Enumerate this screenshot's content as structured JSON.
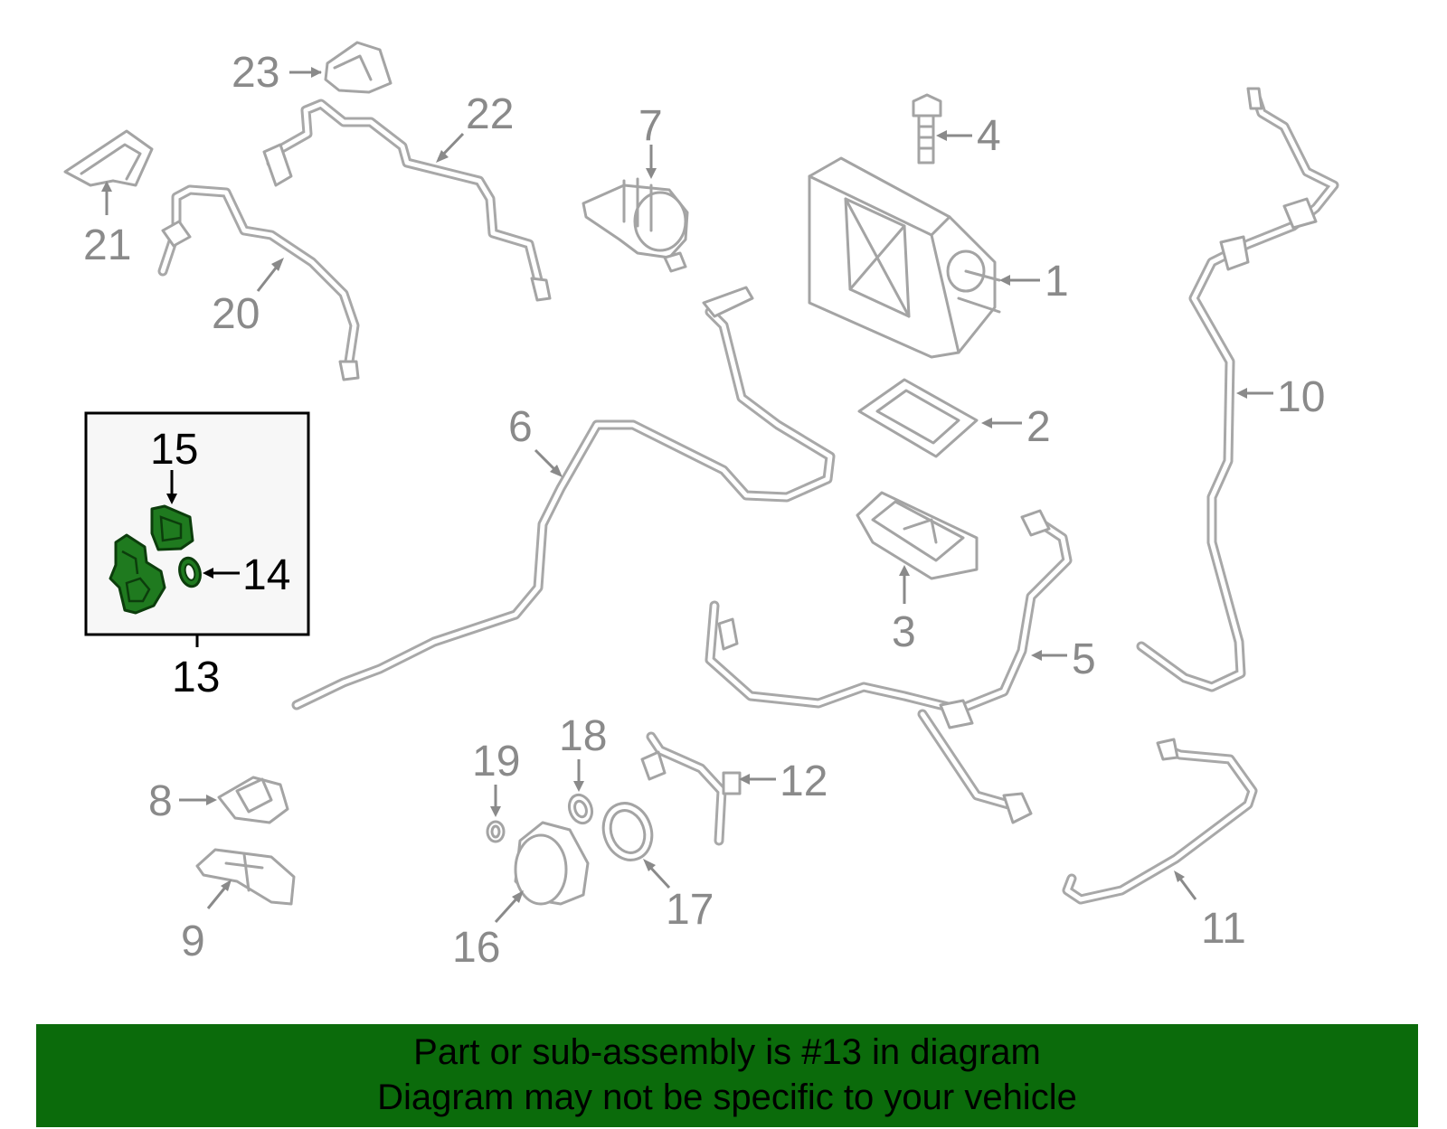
{
  "footer": {
    "line1": "Part or sub-assembly is #13 in diagram",
    "line2": "Diagram may not be specific to your vehicle"
  },
  "colors": {
    "highlight_part": "#1f7a1f",
    "footer_background": "#0b6b0b",
    "callout_text": "#8a8a8a",
    "part_outline": "#a4a4a4"
  },
  "callouts": {
    "c1": "1",
    "c2": "2",
    "c3": "3",
    "c4": "4",
    "c5": "5",
    "c6": "6",
    "c7": "7",
    "c8": "8",
    "c9": "9",
    "c10": "10",
    "c11": "11",
    "c12": "12",
    "c13": "13",
    "c14": "14",
    "c15": "15",
    "c16": "16",
    "c17": "17",
    "c18": "18",
    "c19": "19",
    "c20": "20",
    "c21": "21",
    "c22": "22",
    "c23": "23"
  }
}
